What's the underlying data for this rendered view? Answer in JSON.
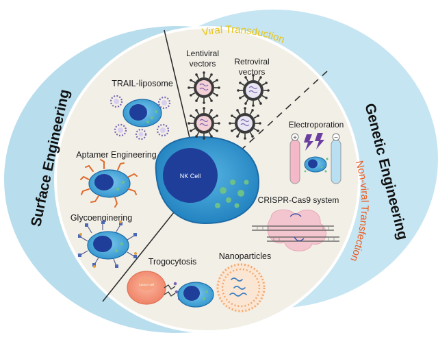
{
  "left_group": {
    "title": "Surface Engineering"
  },
  "right_group": {
    "title": "Genetic Engineering"
  },
  "arc_labels": {
    "viral": "Viral Transduction",
    "nonviral": "Non-viral Transfection"
  },
  "center": {
    "label": "NK Cell"
  },
  "surface_methods": {
    "trail": "TRAIL-liposome",
    "aptamer": "Aptamer Engineering",
    "glyco": "Glycoenginering",
    "trogo": "Trogocytosis",
    "trogo_cell": "Cancer cell"
  },
  "viral_methods": {
    "lenti_1": "Lentiviral",
    "lenti_2": "vectors",
    "retro_1": "Retroviral",
    "retro_2": "vectors"
  },
  "nonviral_methods": {
    "electro": "Electroporation",
    "crispr": "CRISPR-Cas9 system",
    "nano": "Nanoparticles"
  },
  "colors": {
    "left_blob": "#b8dded",
    "right_blob": "#c6e5f2",
    "inner_circle": "#f2efe7",
    "nk_cell": "#2c8fc9",
    "nucleus": "#1f3e9a",
    "granule": "#6cc08a",
    "viral_text": "#e8c414",
    "nonviral_text": "#ee5a1e",
    "virus_purple": "#7a63b0",
    "cancer_cell": "#f48a6d"
  }
}
